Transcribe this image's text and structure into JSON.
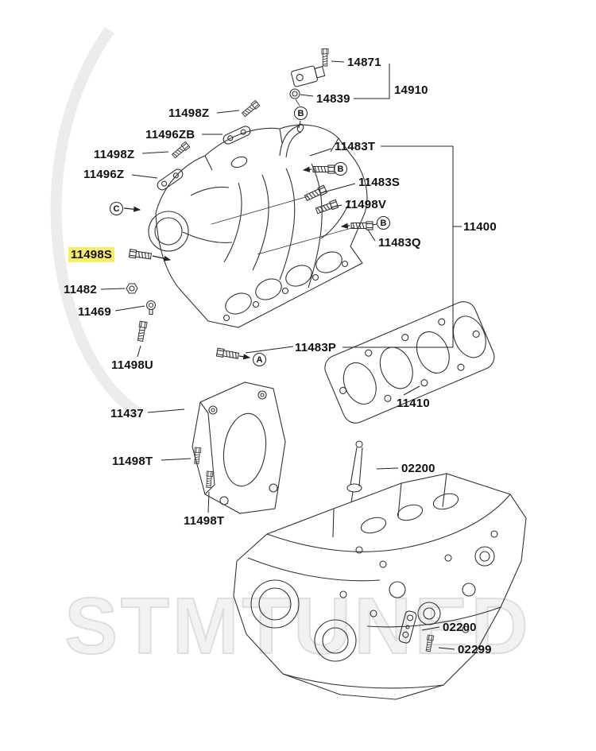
{
  "watermark": {
    "text": "STMTUNED"
  },
  "diagram": {
    "highlight_color": "#f5ee66",
    "line_color": "#333333",
    "labels": [
      {
        "text": "14871"
      },
      {
        "text": "14910"
      },
      {
        "text": "14839"
      },
      {
        "text": "11498Z"
      },
      {
        "text": "11496ZB"
      },
      {
        "text": "11498Z"
      },
      {
        "text": "11483T"
      },
      {
        "text": "11496Z"
      },
      {
        "text": "11483S"
      },
      {
        "text": "11498V"
      },
      {
        "text": "11400"
      },
      {
        "text": "11483Q"
      },
      {
        "text": "11498S",
        "highlighted": true
      },
      {
        "text": "11482"
      },
      {
        "text": "11469"
      },
      {
        "text": "11483P"
      },
      {
        "text": "11498U"
      },
      {
        "text": "11410"
      },
      {
        "text": "11437"
      },
      {
        "text": "11498T"
      },
      {
        "text": "11498T"
      },
      {
        "text": "02200"
      },
      {
        "text": "02200"
      },
      {
        "text": "02299"
      }
    ],
    "callouts": [
      {
        "letter": "B"
      },
      {
        "letter": "B"
      },
      {
        "letter": "C"
      },
      {
        "letter": "B"
      },
      {
        "letter": "A"
      }
    ]
  }
}
